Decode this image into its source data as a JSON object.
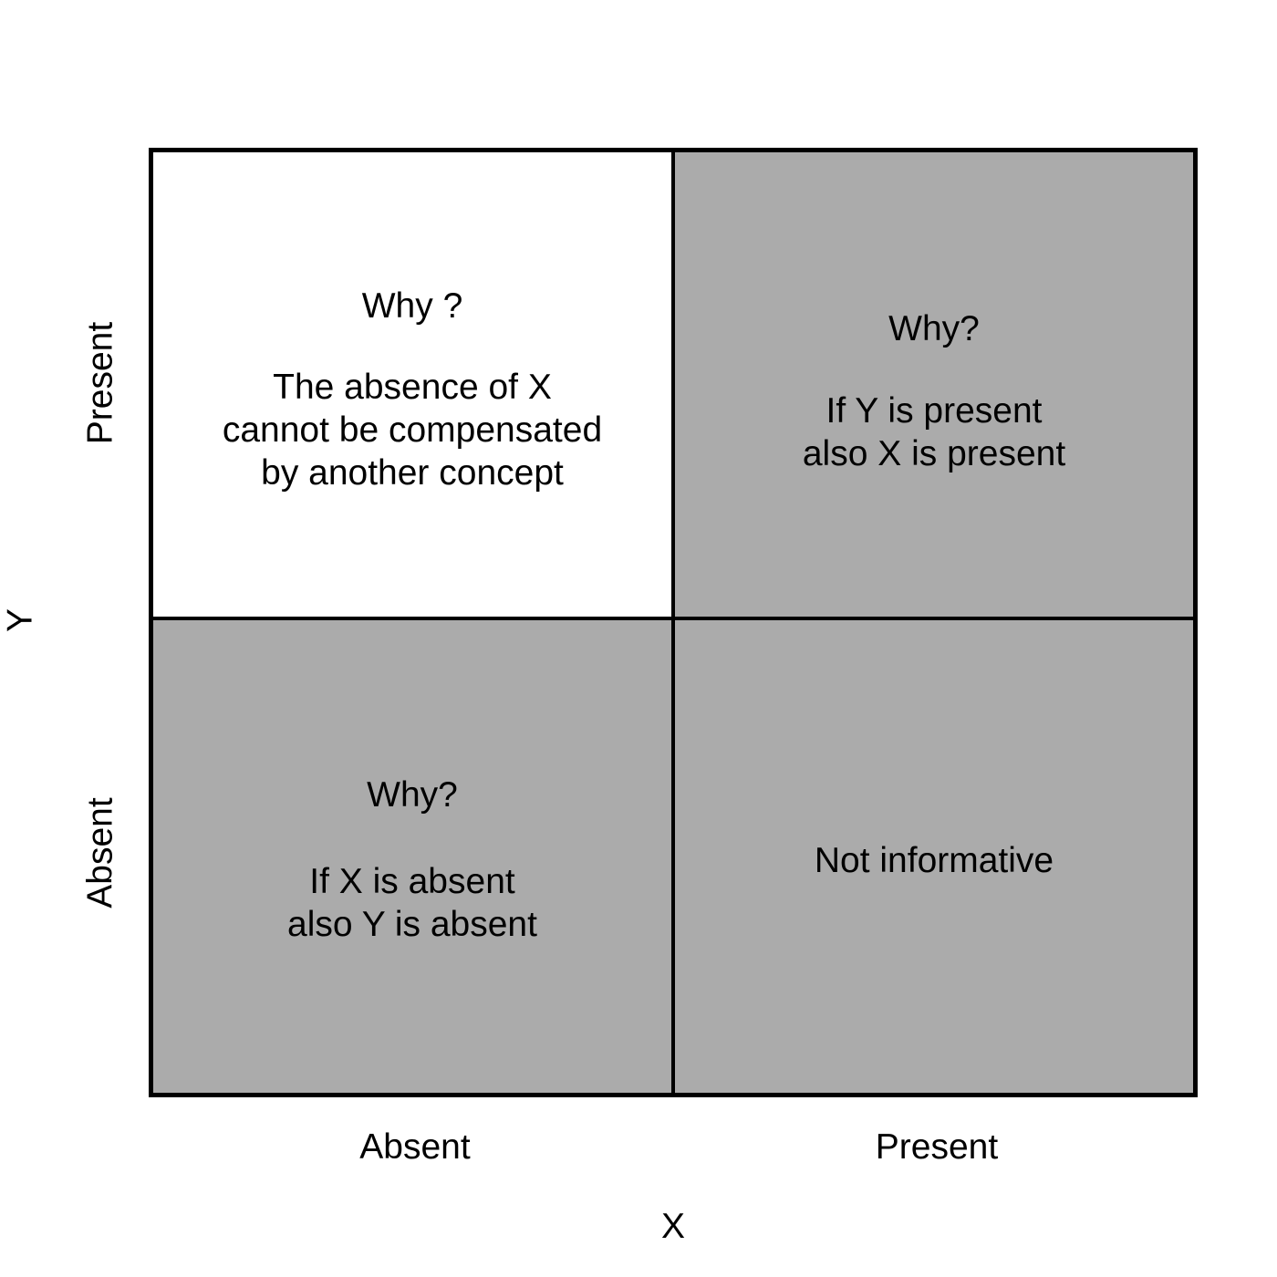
{
  "diagram": {
    "type": "2x2-matrix",
    "background_color": "#ffffff",
    "highlight_color": "#ababab",
    "empty_color": "#ffffff",
    "border_color": "#000000"
  },
  "axes": {
    "x": {
      "title": "X",
      "ticks": [
        "Absent",
        "Present"
      ]
    },
    "y": {
      "title": "Y",
      "ticks": [
        "Absent",
        "Present"
      ]
    }
  },
  "quadrants": {
    "top_left": {
      "x_state": "Absent",
      "y_state": "Present",
      "fill": "#ffffff",
      "heading": "Why ?",
      "body": "The absence of X\ncannot be compensated\nby another concept"
    },
    "top_right": {
      "x_state": "Present",
      "y_state": "Present",
      "fill": "#ababab",
      "heading": "Why?",
      "body": "If Y is present\nalso X is present"
    },
    "bottom_left": {
      "x_state": "Absent",
      "y_state": "Absent",
      "fill": "#ababab",
      "heading": "Why?",
      "body": "If X is absent\nalso Y is absent"
    },
    "bottom_right": {
      "x_state": "Present",
      "y_state": "Absent",
      "fill": "#ababab",
      "heading": "",
      "body": "Not informative"
    }
  }
}
